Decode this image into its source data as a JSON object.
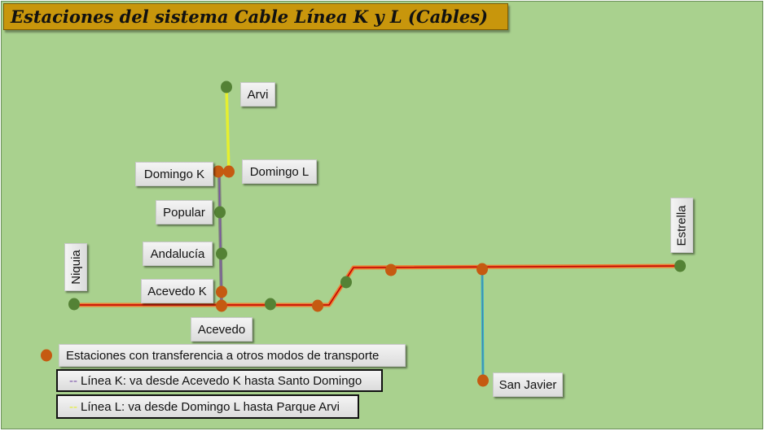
{
  "title": "Estaciones del sistema Cable Línea K y L (Cables)",
  "colors": {
    "background": "#a9d18e",
    "title_bg": "#c8960c",
    "station_normal": "#548235",
    "station_transfer": "#c55a11",
    "line_k": "#7f7f7f",
    "line_l": "#e6ef2f",
    "line_metro": "#c00000",
    "line_metro_accent": "#ed7d31",
    "line_san_javier": "#2fb7c9"
  },
  "stations": {
    "arvi": "Arvi",
    "domingo_k": "Domingo K",
    "domingo_l": "Domingo L",
    "popular": "Popular",
    "andalucia": "Andalucía",
    "acevedo_k": "Acevedo K",
    "acevedo": "Acevedo",
    "niquia": "Niquia",
    "estrella": "Estrella",
    "san_javier": "San Javier"
  },
  "legend": {
    "transfer": "Estaciones con transferencia a otros modos de transporte",
    "line_k_symbol": "--",
    "line_k": "Línea K: va desde Acevedo K hasta Santo Domingo",
    "line_l_symbol": "--",
    "line_l": "Línea L: va desde Domingo L hasta Parque Arvi"
  }
}
